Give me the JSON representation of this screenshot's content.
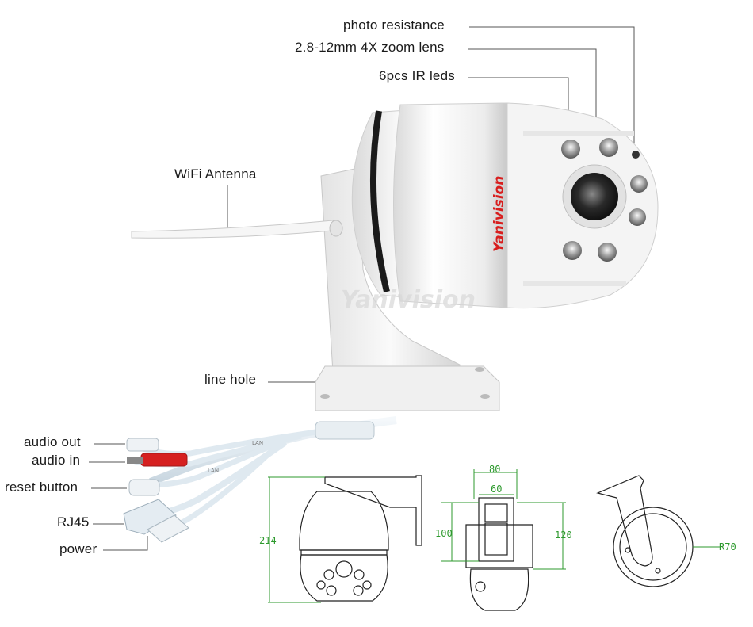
{
  "labels": {
    "photo_resistance": "photo resistance",
    "zoom_lens": "2.8-12mm 4X zoom lens",
    "ir_leds": "6pcs IR leds",
    "wifi_antenna": "WiFi Antenna",
    "line_hole": "line hole",
    "audio_out": "audio out",
    "audio_in": "audio in",
    "reset_button": "reset button",
    "rj45": "RJ45",
    "power": "power"
  },
  "brand": {
    "name": "Yanivision"
  },
  "cable_text": {
    "lan": "LAN"
  },
  "dimensions": {
    "height": "214",
    "top_width": "80",
    "inner_width": "60",
    "left_height": "100",
    "right_height": "120",
    "radius": "R70"
  },
  "colors": {
    "dimension": "#2e9a2e",
    "camera_body": "#f2f2f2",
    "band": "#1a1a1a",
    "brand_red": "#d81e1e",
    "audio_in_plug": "#d62020",
    "cable": "#dde7ee"
  }
}
